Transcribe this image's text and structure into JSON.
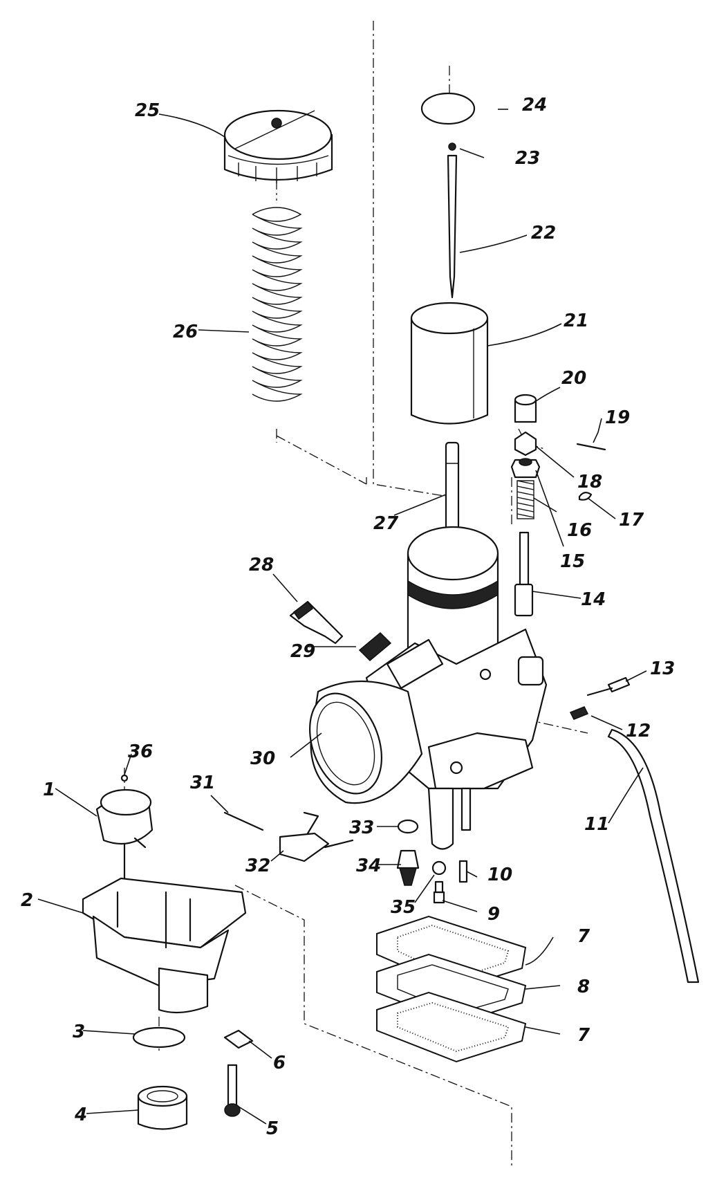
{
  "diagram": {
    "callouts": [
      "1",
      "2",
      "3",
      "4",
      "5",
      "6",
      "7",
      "8",
      "7",
      "9",
      "10",
      "11",
      "12",
      "13",
      "14",
      "15",
      "16",
      "17",
      "18",
      "19",
      "20",
      "21",
      "22",
      "23",
      "24",
      "25",
      "26",
      "27",
      "28",
      "29",
      "30",
      "31",
      "32",
      "33",
      "34",
      "35",
      "36"
    ]
  }
}
